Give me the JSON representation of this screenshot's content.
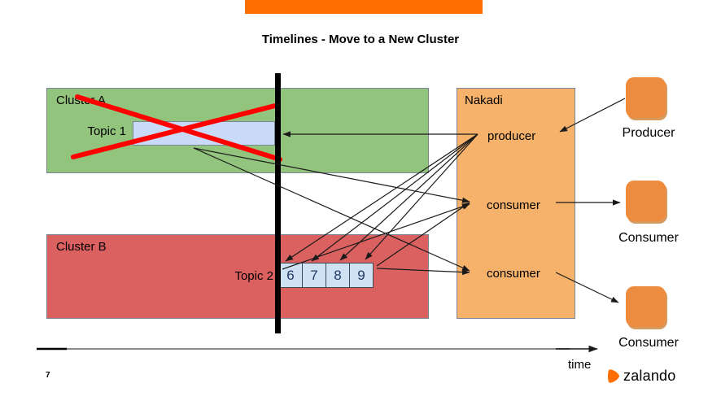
{
  "slide": {
    "title": "Timelines - Move to a New Cluster",
    "page_number": "7",
    "brand": "zalando"
  },
  "cluster_a": {
    "label": "Cluster A",
    "topic": {
      "label": "Topic 1"
    }
  },
  "cluster_b": {
    "label": "Cluster B",
    "topic": {
      "label": "Topic 2",
      "partitions": [
        "6",
        "7",
        "8",
        "9"
      ]
    }
  },
  "nakadi": {
    "label": "Nakadi",
    "roles": [
      {
        "label": "producer"
      },
      {
        "label": "consumer"
      },
      {
        "label": "consumer"
      }
    ]
  },
  "clients": [
    {
      "label": "Producer"
    },
    {
      "label": "Consumer"
    },
    {
      "label": "Consumer"
    }
  ],
  "time_axis": {
    "label": "time"
  },
  "colors": {
    "topbar": "#FF6E00",
    "green": "#93C47D",
    "red": "#DB6060",
    "lightblue": "#C9DAF8",
    "partblue": "#CFE2F3",
    "orange": "#F6B26B",
    "sqorange": "#ED8B3E",
    "xred": "#FF0000",
    "numcolor": "#203864",
    "boxborder": "#7a8696"
  }
}
